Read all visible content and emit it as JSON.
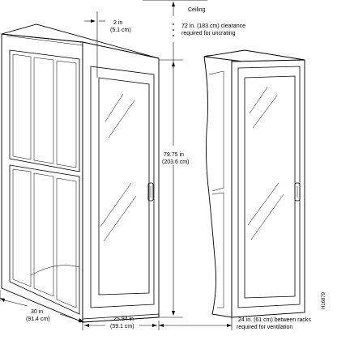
{
  "labels": {
    "ceiling": "Ceiling",
    "clearance_line1": "72 in. (183 cm) clearance",
    "clearance_line2": "required for uncrating",
    "gap_in": "2 in",
    "gap_cm": "(5.1 cm)",
    "height_in": "79.75 in",
    "height_cm": "(203.6 cm)",
    "depth_in": "30 in",
    "depth_cm": "(91.4 cm)",
    "width_in": "25.94 in",
    "width_cm": "(59.1 cm)",
    "spacing_line1": "24 in. (61 cm) between racks",
    "spacing_line2": "required for ventilation",
    "figure_id": "H16879"
  }
}
